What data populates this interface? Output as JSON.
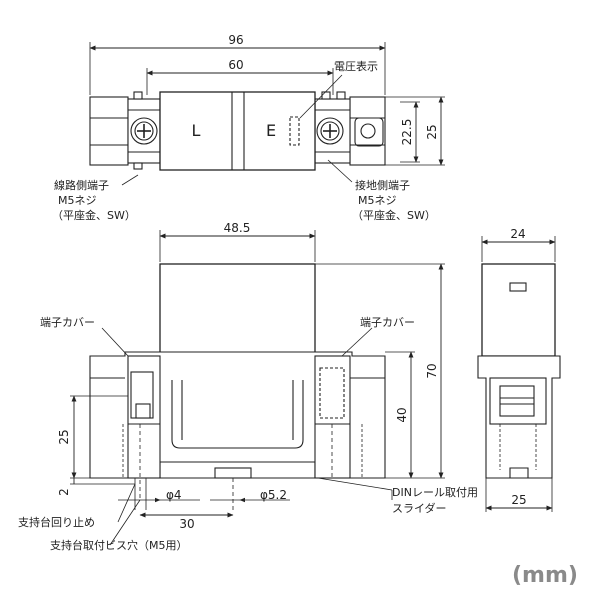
{
  "dimensions": {
    "top_overall_width": "96",
    "top_inner_width": "60",
    "top_height_outer": "25",
    "top_height_inner": "22.5",
    "front_body_width": "48.5",
    "front_height_total": "70",
    "front_height_mid": "40",
    "front_height_low": "25",
    "front_base_offset": "2",
    "front_hole_dia": "φ4",
    "front_hole_dia2": "φ5.2",
    "front_hole_spacing": "30",
    "side_width_top": "24",
    "side_width_bottom": "25"
  },
  "labels": {
    "voltage_display": "電圧表示",
    "line_terminal": "線路側端子",
    "ground_terminal": "接地側端子",
    "screw_m5": "M5ネジ",
    "washer_note": "（平座金、SW）",
    "terminal_cover": "端子カバー",
    "din_rail_1": "DINレール取付用",
    "din_rail_2": "スライダー",
    "support_stop": "支持台回り止め",
    "support_hole": "支持台取付ビス穴（M5用）",
    "unit": "(mm)",
    "face_L": "L",
    "face_E": "E"
  }
}
